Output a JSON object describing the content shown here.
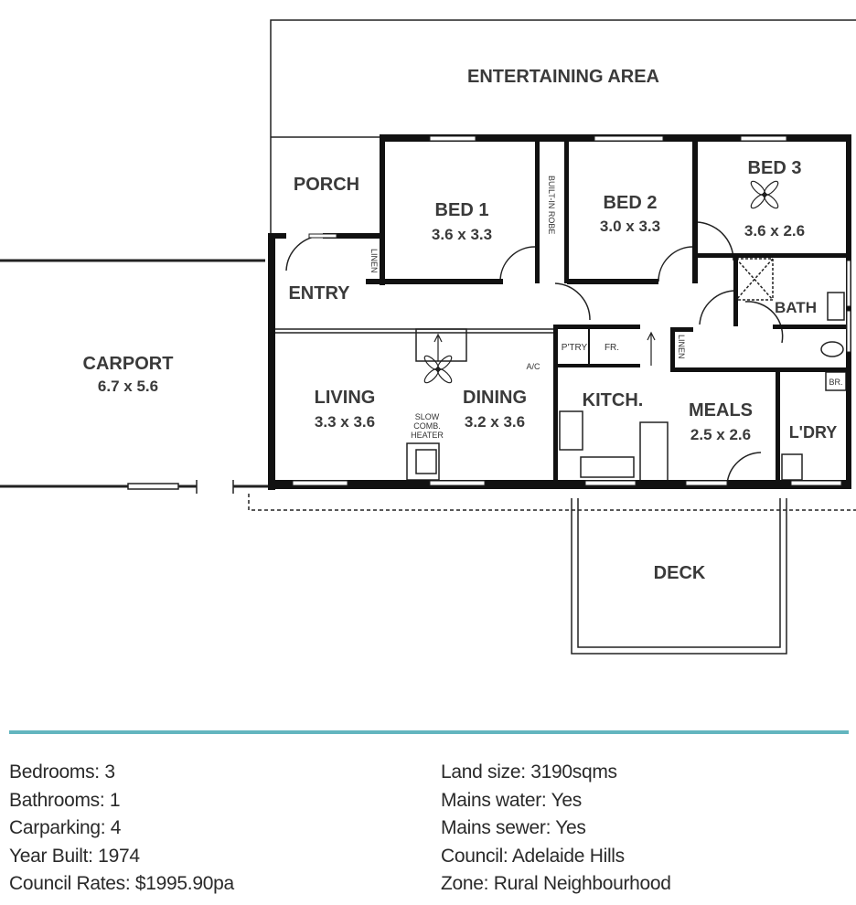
{
  "rooms": {
    "entertaining": "ENTERTAINING AREA",
    "porch": "PORCH",
    "bed1": {
      "name": "BED 1",
      "size": "3.6 x 3.3"
    },
    "robe": "BUILT-IN ROBE",
    "bed2": {
      "name": "BED 2",
      "size": "3.0 x 3.3"
    },
    "bed3": {
      "name": "BED 3",
      "size": "3.6 x 2.6"
    },
    "linen1": "LINEN",
    "linen2": "LINEN",
    "entry": "ENTRY",
    "bath": "BATH",
    "carport": {
      "name": "CARPORT",
      "size": "6.7 x 5.6"
    },
    "living": {
      "name": "LIVING",
      "size": "3.3 x 3.6"
    },
    "dining": {
      "name": "DINING",
      "size": "3.2 x 3.6"
    },
    "heater": [
      "SLOW",
      "COMB.",
      "HEATER"
    ],
    "ac": "A/C",
    "pantry": "P'TRY",
    "fridge": "FR.",
    "kitchen": "KITCH.",
    "meals": {
      "name": "MEALS",
      "size": "2.5 x 2.6"
    },
    "laundry": "L'DRY",
    "broom": "BR.",
    "deck": "DECK"
  },
  "details_left": [
    "Bedrooms: 3",
    "Bathrooms: 1",
    "Carparking: 4",
    "Year Built: 1974",
    "Council Rates: $1995.90pa"
  ],
  "details_right": [
    "Land size: 3190sqms",
    "Mains water: Yes",
    "Mains sewer: Yes",
    "Council: Adelaide Hills",
    "Zone: Rural Neighbourhood"
  ],
  "colors": {
    "accent_rule": "#63b5bf",
    "wall": "#111111"
  }
}
